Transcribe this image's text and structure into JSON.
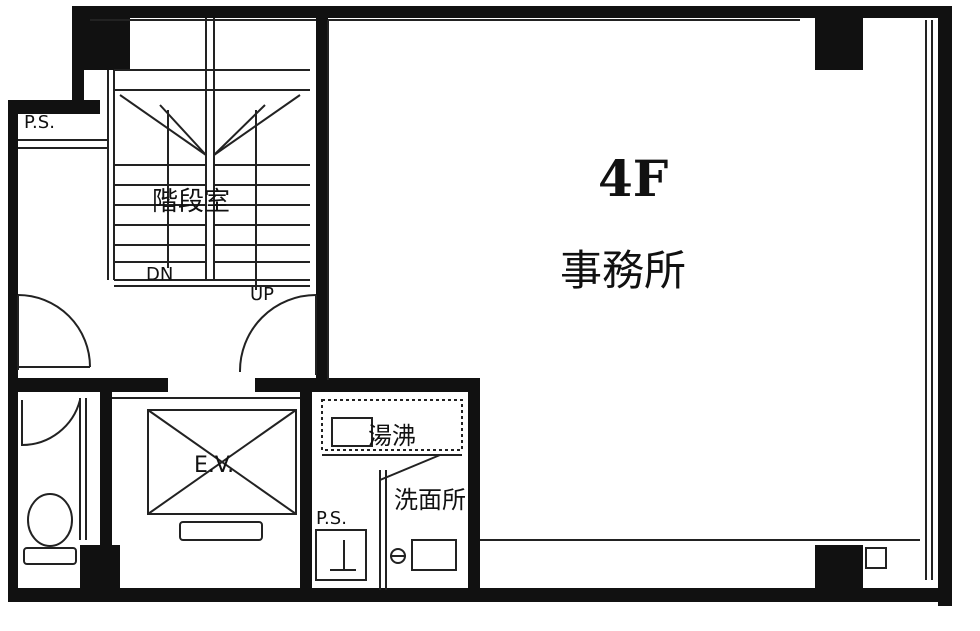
{
  "labels": {
    "floor": "4F",
    "office": "事務所",
    "stair_room": "階段室",
    "down": "DN",
    "up": "UP",
    "elevator": "E.V.",
    "ps_top": "P.S.",
    "ps_bottom": "P.S.",
    "kitchenette": "湯沸",
    "washroom": "洗面所"
  },
  "colors": {
    "wall": "#111111",
    "line": "#222222",
    "background": "#ffffff"
  }
}
